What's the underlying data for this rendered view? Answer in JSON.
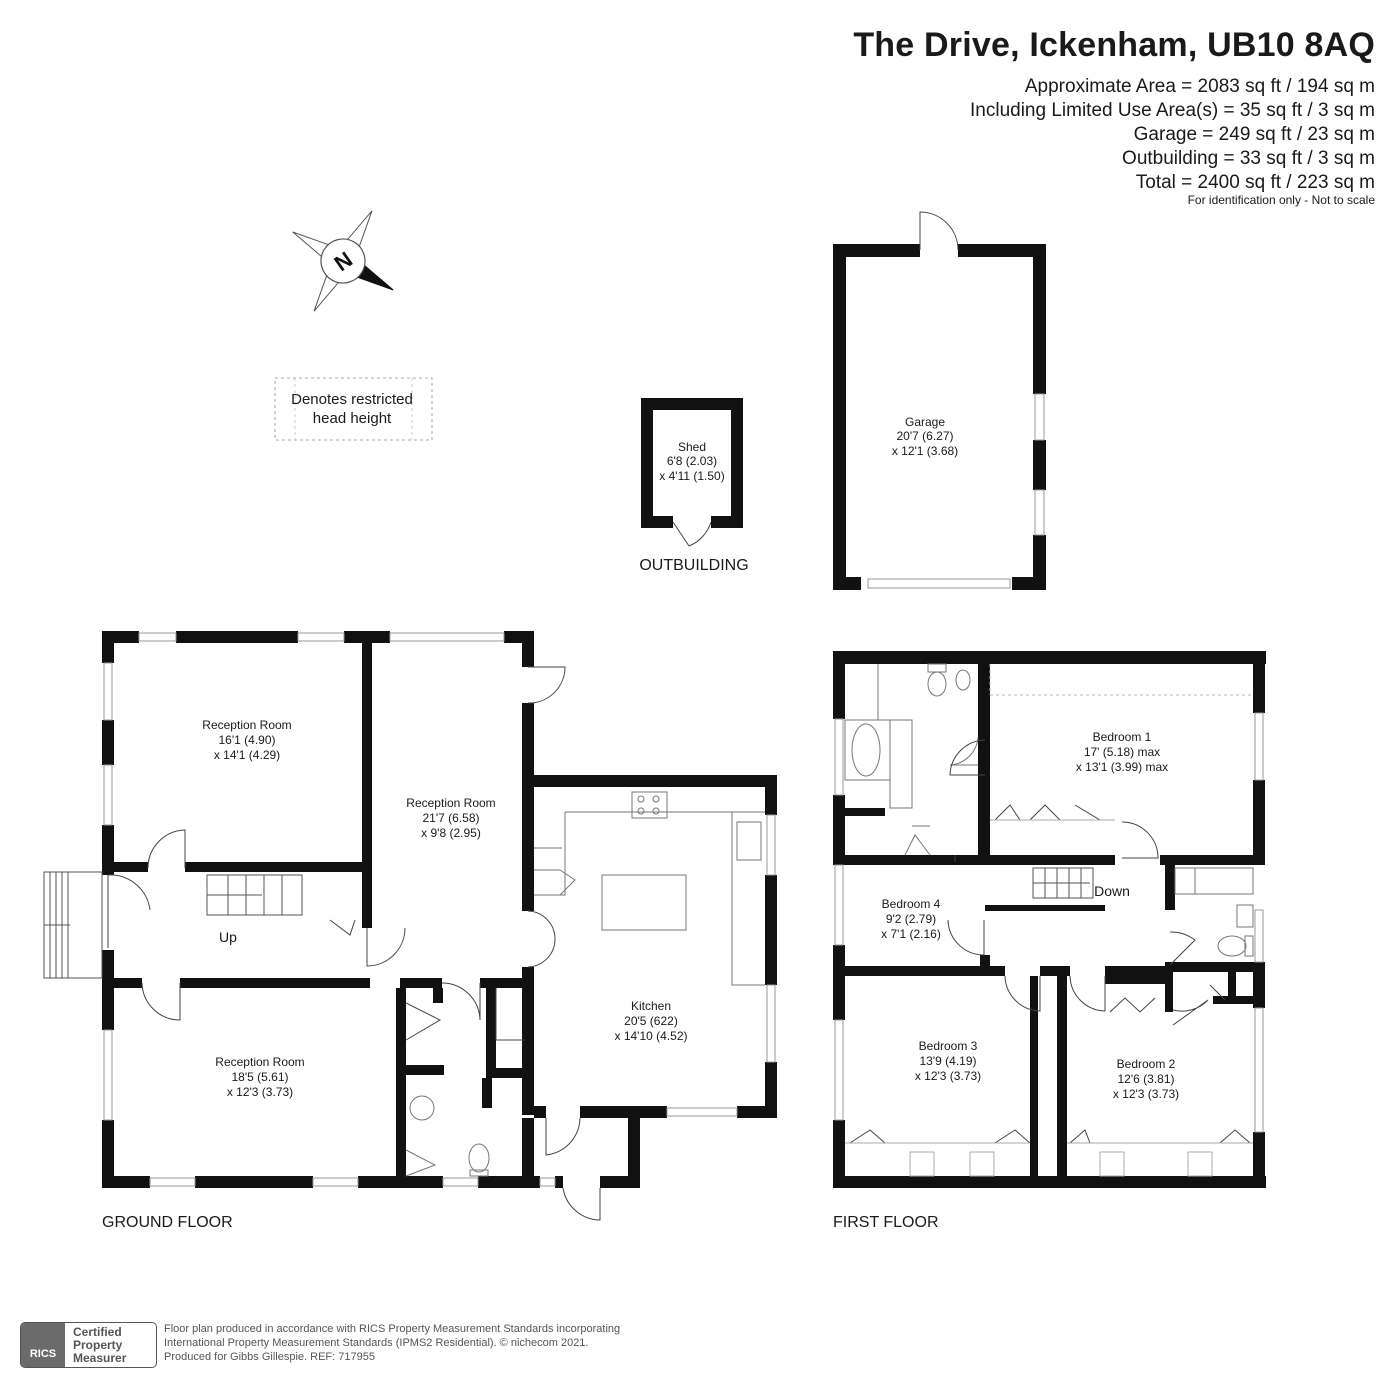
{
  "header": {
    "title": "The Drive, Ickenham, UB10 8AQ",
    "areas": [
      "Approximate Area = 2083 sq ft / 194 sq m",
      "Including Limited Use Area(s) = 35 sq ft / 3 sq m",
      "Garage = 249 sq ft / 23 sq m",
      "Outbuilding = 33 sq ft / 3 sq m",
      "Total = 2400 sq ft / 223 sq m"
    ],
    "disclaimer": "For identification only - Not to scale"
  },
  "compass": {
    "letter": "N"
  },
  "legend": {
    "line1": "Denotes restricted",
    "line2": "head height"
  },
  "floors": {
    "ground": "GROUND FLOOR",
    "first": "FIRST FLOOR",
    "outbuilding": "OUTBUILDING"
  },
  "rooms": {
    "shed": {
      "name": "Shed",
      "dim1": "6'8 (2.03)",
      "dim2": "x 4'11 (1.50)"
    },
    "garage": {
      "name": "Garage",
      "dim1": "20'7 (6.27)",
      "dim2": "x 12'1 (3.68)"
    },
    "reception1": {
      "name": "Reception Room",
      "dim1": "16'1 (4.90)",
      "dim2": "x 14'1 (4.29)"
    },
    "reception2": {
      "name": "Reception Room",
      "dim1": "21'7 (6.58)",
      "dim2": "x 9'8 (2.95)"
    },
    "reception3": {
      "name": "Reception Room",
      "dim1": "18'5 (5.61)",
      "dim2": "x 12'3 (3.73)"
    },
    "kitchen": {
      "name": "Kitchen",
      "dim1": "20'5 (622)",
      "dim2": "x 14'10 (4.52)"
    },
    "bedroom1": {
      "name": "Bedroom 1",
      "dim1": "17' (5.18) max",
      "dim2": "x 13'1 (3.99) max"
    },
    "bedroom2": {
      "name": "Bedroom 2",
      "dim1": "12'6 (3.81)",
      "dim2": "x 12'3 (3.73)"
    },
    "bedroom3": {
      "name": "Bedroom 3",
      "dim1": "13'9 (4.19)",
      "dim2": "x 12'3 (3.73)"
    },
    "bedroom4": {
      "name": "Bedroom 4",
      "dim1": "9'2 (2.79)",
      "dim2": "x 7'1 (2.16)"
    }
  },
  "stairs": {
    "up": "Up",
    "down": "Down"
  },
  "footer": {
    "rics_mark": "RICS",
    "rics_cert": [
      "Certified",
      "Property",
      "Measurer"
    ],
    "lines": [
      "Floor plan produced in accordance with RICS Property Measurement Standards incorporating",
      "International Property Measurement Standards (IPMS2 Residential).   © nichecom 2021.",
      "Produced for Gibbs Gillespie.   REF: 717955"
    ]
  },
  "colors": {
    "wall": "#111111",
    "line": "#555555",
    "window": "#999999",
    "text": "#1a1a1a"
  }
}
